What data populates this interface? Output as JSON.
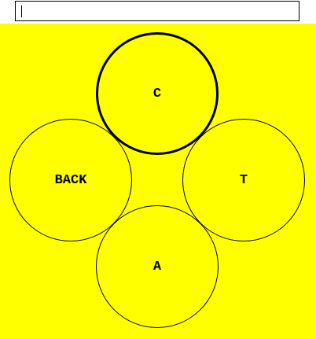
{
  "input": {
    "value": "",
    "placeholder": ""
  },
  "colors": {
    "pad_background": "#ffff00",
    "key_background": "#ffff00",
    "key_border": "#000000"
  },
  "keys": {
    "top": {
      "label": "C",
      "selected": true
    },
    "left": {
      "label": "BACK",
      "selected": false
    },
    "right": {
      "label": "T",
      "selected": false
    },
    "bottom": {
      "label": "A",
      "selected": false
    }
  }
}
